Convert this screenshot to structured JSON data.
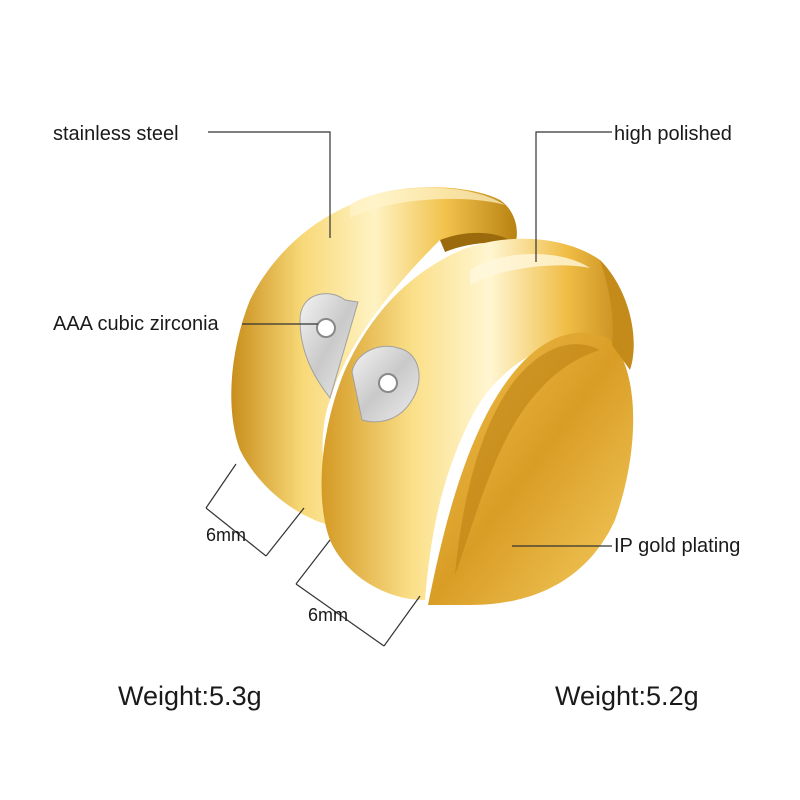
{
  "labels": {
    "stainless_steel": "stainless steel",
    "high_polished": "high polished",
    "cubic_zirconia": "AAA cubic zirconia",
    "ip_gold_plating": "IP gold plating",
    "width_left": "6mm",
    "width_right": "6mm"
  },
  "weights": {
    "left": "Weight:5.3g",
    "right": "Weight:5.2g"
  },
  "colors": {
    "gold_light": "#fbe38a",
    "gold_mid": "#e9b23a",
    "gold_dark": "#b77f12",
    "inner_band": "#d59a22",
    "silver": "#d9d9d9",
    "leader_line": "#333333"
  }
}
